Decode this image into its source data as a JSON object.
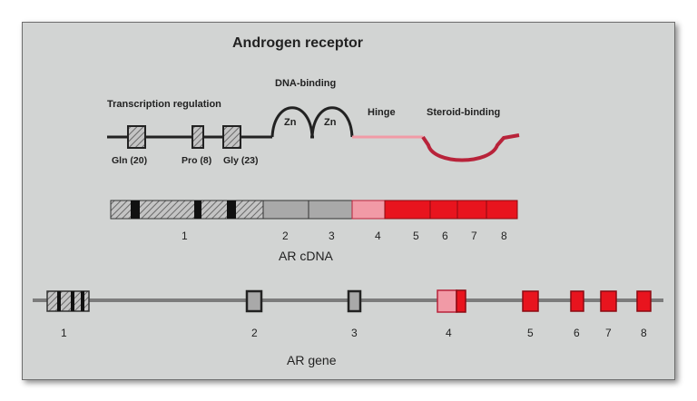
{
  "title": "Androgen receptor",
  "protein": {
    "transcription_label": "Transcription regulation",
    "dna_binding_label": "DNA-binding",
    "hinge_label": "Hinge",
    "steroid_label": "Steroid-binding",
    "zn1": "Zn",
    "zn2": "Zn",
    "repeats": [
      "Gln (20)",
      "Pro (8)",
      "Gly (23)"
    ]
  },
  "cdna": {
    "label": "AR cDNA",
    "exon_numbers": [
      "1",
      "2",
      "3",
      "4",
      "5",
      "6",
      "7",
      "8"
    ]
  },
  "gene": {
    "label": "AR gene",
    "exon_numbers": [
      "1",
      "2",
      "3",
      "4",
      "5",
      "6",
      "7",
      "8"
    ]
  },
  "colors": {
    "background": "#d2d4d3",
    "red": "#e8141e",
    "pink": "#f19aa6",
    "dark_red": "#b8233a",
    "grey_exon": "#a9a9a9",
    "line": "#222222"
  }
}
